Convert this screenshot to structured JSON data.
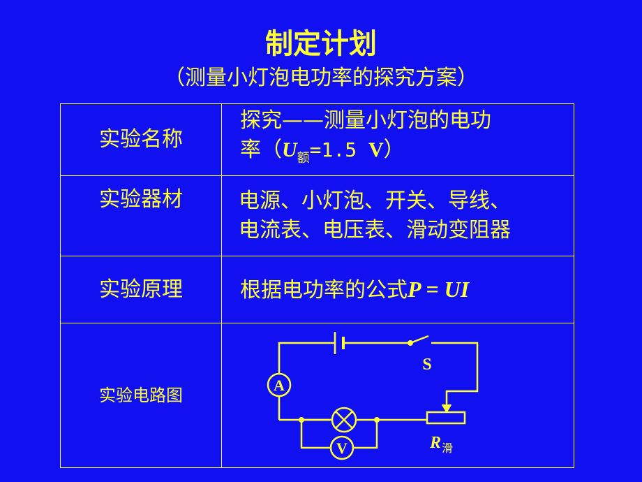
{
  "title": "制定计划",
  "subtitle": "（测量小灯泡电功率的探究方案）",
  "rows": [
    {
      "label": "实验名称",
      "value_line1": "探究——测量小灯泡的电功",
      "value_line2_prefix": "率（",
      "value_var": "U",
      "value_sub": "额",
      "value_rest": "=1.5 ",
      "value_unit": "V",
      "value_close": "）"
    },
    {
      "label": "实验器材",
      "value_line1": "电源、小灯泡、开关、导线、",
      "value_line2": "电流表、电压表、滑动变阻器"
    },
    {
      "label": "实验原理",
      "value_text": "根据电功率的公式",
      "value_formula": "P = UI"
    },
    {
      "label": "实验电路图",
      "diagram": {
        "ammeter": "A",
        "voltmeter": "V",
        "switch": "S",
        "rheostat": "R",
        "rheostat_sub": "滑"
      }
    }
  ],
  "colors": {
    "background": "#1010f0",
    "foreground": "#ffff33"
  }
}
